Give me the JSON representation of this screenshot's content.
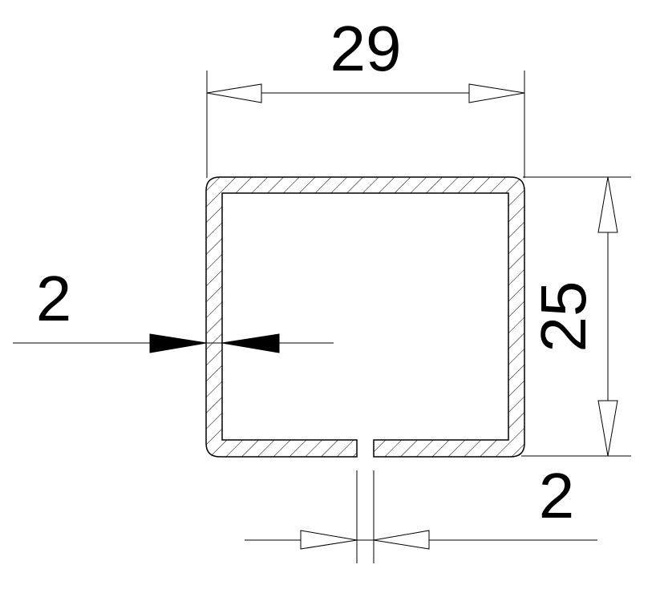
{
  "drawing": {
    "title": "C-channel profile cross-section",
    "colors": {
      "line": "#000000",
      "background": "#ffffff"
    },
    "dimensions": {
      "width": {
        "value": "29",
        "orientation": "horizontal",
        "arrow_style": "open"
      },
      "height": {
        "value": "25",
        "orientation": "vertical",
        "arrow_style": "open"
      },
      "wall_thickness": {
        "value": "2",
        "orientation": "horizontal",
        "arrow_style": "filled"
      },
      "slot_gap": {
        "value": "2",
        "orientation": "horizontal",
        "arrow_style": "open"
      }
    },
    "section": {
      "hatch": "diagonal-45",
      "corner": "rounded"
    }
  }
}
